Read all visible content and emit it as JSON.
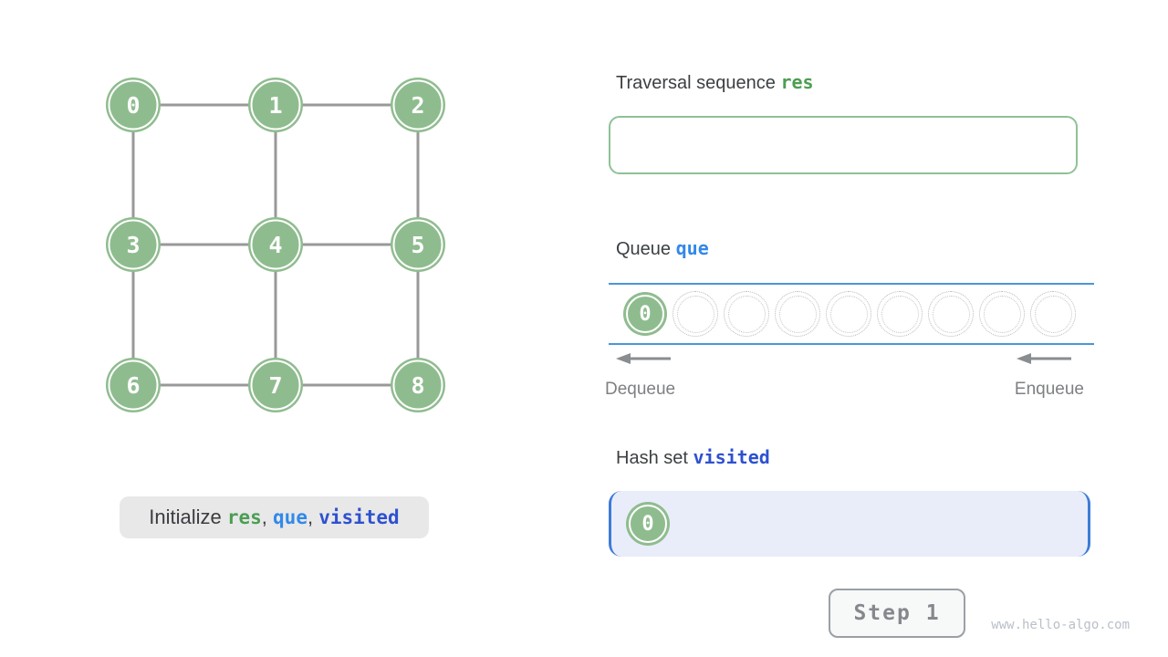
{
  "colors": {
    "node_green": "#8fbc8f",
    "res_green": "#4c9e52",
    "que_blue": "#3289e8",
    "visited_blue": "#2e51d0",
    "queue_line_blue": "#4a96d8",
    "hash_border_blue": "#3e7bd8",
    "hash_fill": "#e9edf9",
    "edge_gray": "#999999"
  },
  "graph": {
    "nodes": [
      {
        "label": "0",
        "row": 0,
        "col": 0
      },
      {
        "label": "1",
        "row": 0,
        "col": 1
      },
      {
        "label": "2",
        "row": 0,
        "col": 2
      },
      {
        "label": "3",
        "row": 1,
        "col": 0
      },
      {
        "label": "4",
        "row": 1,
        "col": 1
      },
      {
        "label": "5",
        "row": 1,
        "col": 2
      },
      {
        "label": "6",
        "row": 2,
        "col": 0
      },
      {
        "label": "7",
        "row": 2,
        "col": 1
      },
      {
        "label": "8",
        "row": 2,
        "col": 2
      }
    ],
    "edges": [
      [
        0,
        1
      ],
      [
        1,
        2
      ],
      [
        3,
        4
      ],
      [
        4,
        5
      ],
      [
        6,
        7
      ],
      [
        7,
        8
      ],
      [
        0,
        3
      ],
      [
        3,
        6
      ],
      [
        1,
        4
      ],
      [
        4,
        7
      ],
      [
        2,
        5
      ],
      [
        5,
        8
      ]
    ]
  },
  "caption": {
    "prefix": "Initialize ",
    "res": "res",
    "sep1": ", ",
    "que": "que",
    "sep2": ", ",
    "visited": "visited"
  },
  "traversal": {
    "title_prefix": "Traversal sequence ",
    "title_var": "res",
    "items": []
  },
  "queue": {
    "title_prefix": "Queue ",
    "title_var": "que",
    "slots": [
      {
        "filled": true,
        "value": "0"
      },
      {
        "filled": false
      },
      {
        "filled": false
      },
      {
        "filled": false
      },
      {
        "filled": false
      },
      {
        "filled": false
      },
      {
        "filled": false
      },
      {
        "filled": false
      },
      {
        "filled": false
      }
    ],
    "dequeue_label": "Dequeue",
    "enqueue_label": "Enqueue"
  },
  "hash_set": {
    "title_prefix": "Hash set ",
    "title_var": "visited",
    "items": [
      "0"
    ]
  },
  "step_button": {
    "label": "Step 1"
  },
  "watermark": "www.hello-algo.com"
}
